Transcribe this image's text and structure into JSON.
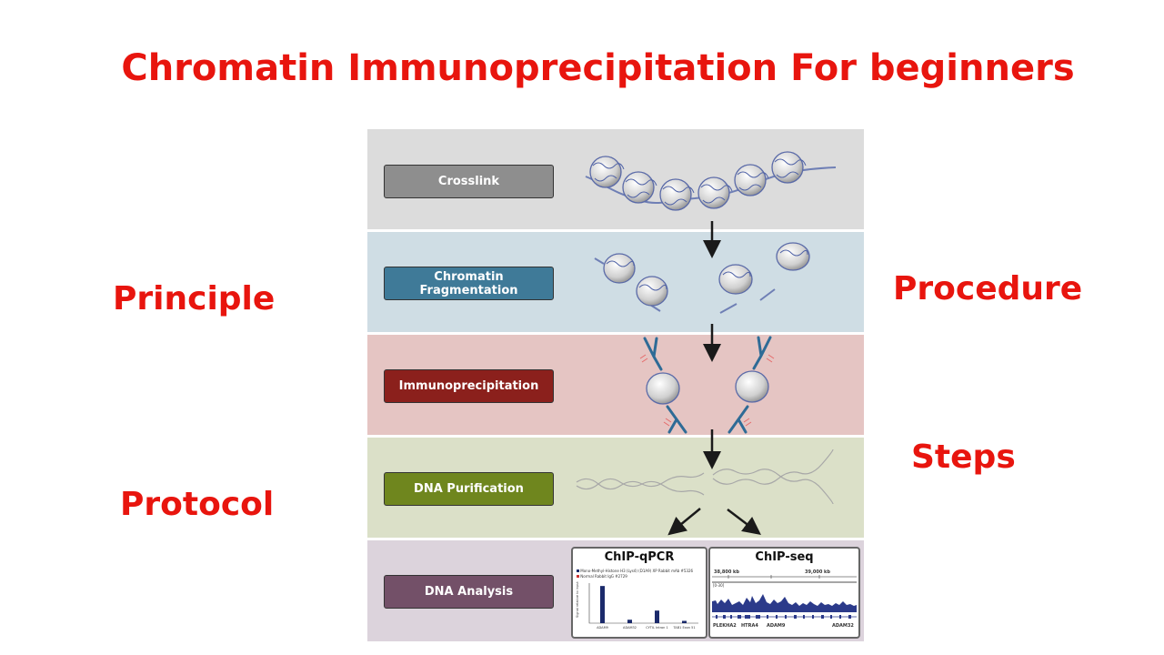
{
  "title": "Chromatin Immunoprecipitation For beginners",
  "side_labels": {
    "principle": "Principle",
    "protocol": "Protocol",
    "procedure": "Procedure",
    "steps": "Steps"
  },
  "steps": [
    {
      "label": "Crosslink",
      "band_color": "#dcdcdc",
      "label_color": "#8e8e8e"
    },
    {
      "label": "Chromatin Fragmentation",
      "band_color": "#cfdde4",
      "label_color": "#3f7a98"
    },
    {
      "label": "Immunoprecipitation",
      "band_color": "#e5c5c3",
      "label_color": "#8b201c"
    },
    {
      "label": "DNA Purification",
      "band_color": "#dbe0c8",
      "label_color": "#6f861e"
    },
    {
      "label": "DNA Analysis",
      "band_color": "#dcd3dc",
      "label_color": "#735068"
    }
  ],
  "analysis": {
    "qpcr": {
      "title": "ChIP-qPCR",
      "legend": [
        "Mono-Methyl-Histone H3 (Lys4) (D1A9) XP Rabbit mAb #5326",
        "Normal Rabbit IgG #2729"
      ],
      "ylabel": "Signal relative to input",
      "categories": [
        "ADAM9",
        "ADAM32",
        "CYTIL Intron 1",
        "TAB1 Exon 51"
      ],
      "values": [
        0.065,
        0.006,
        0.022,
        0.004
      ]
    },
    "seq": {
      "title": "ChIP-seq",
      "coord_left": "38,800 kb",
      "coord_right": "39,000 kb",
      "range": "[0-30]",
      "genes": [
        "PLEKHA2",
        "HTRA4",
        "ADAM9",
        "ADAM32"
      ]
    }
  },
  "colors": {
    "title": "#e8150e",
    "arrow": "#1a1a1a",
    "bar": "#1b2a6b",
    "track": "#2b3a8a"
  }
}
